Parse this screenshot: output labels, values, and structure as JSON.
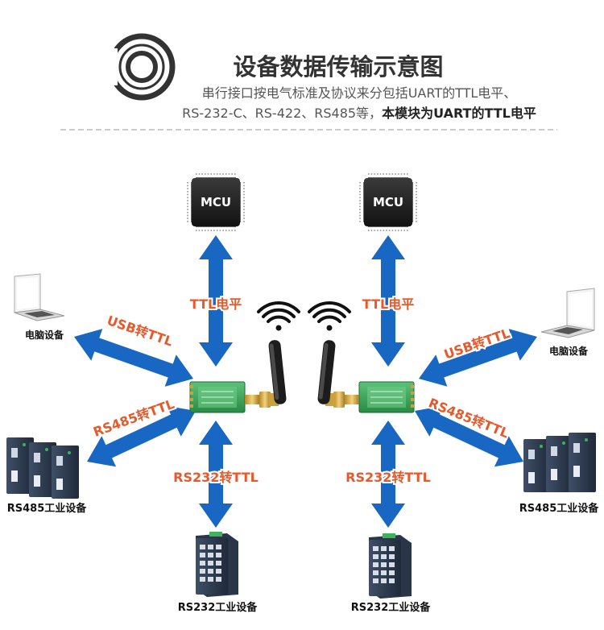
{
  "header": {
    "title": "设备数据传输示意图",
    "line1": "串行接口按电气标准及协议来分包括UART的TTL电平、",
    "line2_normal": "RS-232-C、RS-422、RS485等，",
    "line2_bold": "本模块为UART的TTL电平"
  },
  "chips": {
    "left": "MCU",
    "right": "MCU"
  },
  "arrows": {
    "ttl_left": "TTL电平",
    "ttl_right": "TTL电平",
    "usb_left": "USB转TTL",
    "usb_right": "USB转TTL",
    "rs485_left": "RS485转TTL",
    "rs485_right": "RS485转TTL",
    "rs232_left": "RS232转TTL",
    "rs232_right": "RS232转TTL"
  },
  "devices": {
    "laptop_left": "电脑设备",
    "laptop_right": "电脑设备",
    "rs485_left": "RS485工业设备",
    "rs485_right": "RS485工业设备",
    "rs232_left": "RS232工业设备",
    "rs232_right": "RS232工业设备"
  },
  "colors": {
    "arrow": "#1767c3",
    "arrow_label": "#e8582a",
    "title": "#333333",
    "module": "#2f9e4f"
  }
}
